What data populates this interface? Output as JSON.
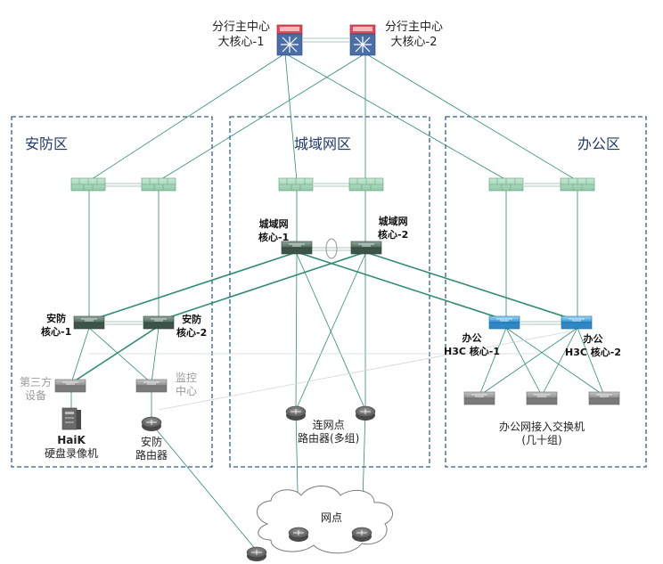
{
  "core": {
    "left": {
      "line1": "分行主中心",
      "line2": "大核心-1"
    },
    "right": {
      "line1": "分行主中心",
      "line2": "大核心-2"
    }
  },
  "zones": {
    "security": "安防区",
    "metro": "城域网区",
    "office": "办公区"
  },
  "metro": {
    "core1": {
      "line1": "城域网",
      "line2": "核心-1"
    },
    "core2": {
      "line1": "城域网",
      "line2": "核心-2"
    },
    "routers": {
      "line1": "连网点",
      "line2": "路由器(多组)"
    }
  },
  "security": {
    "core1": {
      "line1": "安防",
      "line2": "核心-1"
    },
    "core2": {
      "line1": "安防",
      "line2": "核心-2"
    },
    "third_party": {
      "line1": "第三方",
      "line2": "设备"
    },
    "monitor": {
      "line1": "监控",
      "line2": "中心"
    },
    "nvr": {
      "line1": "HaiK",
      "line2": "硬盘录像机"
    },
    "router": {
      "line1": "安防",
      "line2": "路由器"
    }
  },
  "office": {
    "core1": {
      "line1": "办公",
      "line2": "H3C 核心-1"
    },
    "core2": {
      "line1": "办公",
      "line2": "H3C 核心-2"
    },
    "access": {
      "line1": "办公网接入交换机",
      "line2": "(几十组)"
    }
  },
  "branch": {
    "label": "网点"
  },
  "colors": {
    "link": "#2e8b74",
    "zone_border": "#2f5f8f",
    "firewall": "#8fc9a8",
    "switch": "#5a7367",
    "office_switch": "#3d9fd6",
    "core_red": "#d8394a"
  }
}
